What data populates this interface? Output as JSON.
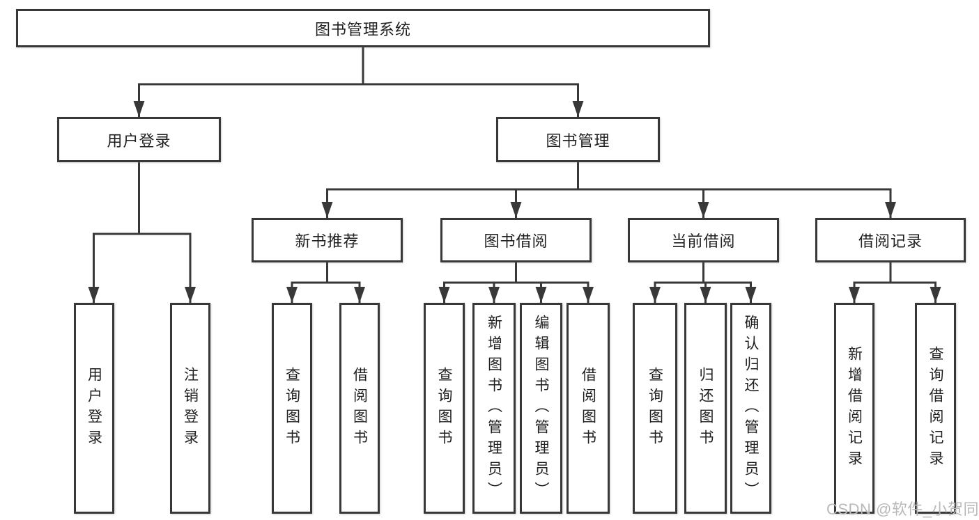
{
  "diagram_title": "图书管理系统",
  "nodes": {
    "root": "图书管理系统",
    "user_login": "用户登录",
    "book_management": "图书管理",
    "new_book_recommend": "新书推荐",
    "book_borrowing": "图书借阅",
    "current_borrowing": "当前借阅",
    "borrowing_records": "借阅记录",
    "ul_user_login": "用户登录",
    "ul_logout": "注销登录",
    "nbr_query_books": "查询图书",
    "nbr_borrow_books": "借阅图书",
    "bb_query_books": "查询图书",
    "bb_add_books": "新增图书（管理员）",
    "bb_edit_books": "编辑图书（管理员）",
    "bb_borrow_books": "借阅图书",
    "cb_query_books": "查询图书",
    "cb_return_books": "归还图书",
    "cb_confirm_return": "确认归还（管理员）",
    "br_add_record": "新增借阅记录",
    "br_query_record": "查询借阅记录"
  },
  "watermark": {
    "text": "CSDN @软件_小贺同学"
  },
  "colors": {
    "line": "#383838",
    "text": "#1f1f1f",
    "watermark": "#b9b9b9",
    "background": "#ffffff"
  }
}
